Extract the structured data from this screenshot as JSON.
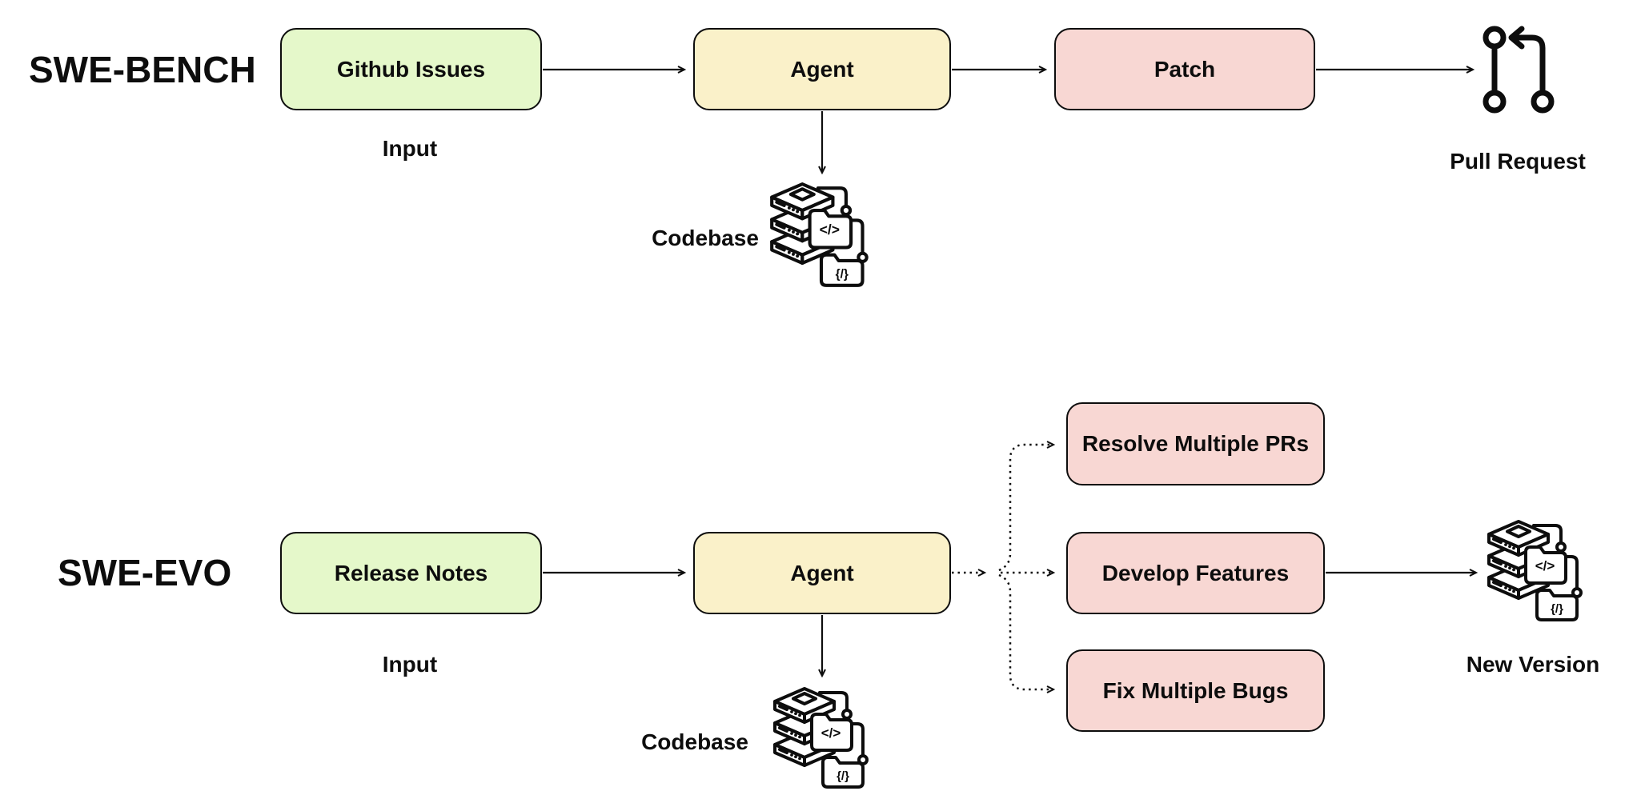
{
  "colors": {
    "background": "#ffffff",
    "input_fill": "#e5f8ca",
    "agent_fill": "#faf1c9",
    "output_fill": "#f8d7d3",
    "stroke": "#0d0d0d"
  },
  "glyphs": {
    "code_slash": "</>",
    "code_brace": "{/}"
  },
  "swe_bench": {
    "title": "SWE-BENCH",
    "input_label": "Github Issues",
    "input_caption": "Input",
    "agent_label": "Agent",
    "output_label": "Patch",
    "codebase_caption": "Codebase",
    "result_caption": "Pull Request"
  },
  "swe_evo": {
    "title": "SWE-EVO",
    "input_label": "Release Notes",
    "input_caption": "Input",
    "agent_label": "Agent",
    "outputs": [
      {
        "label": "Resolve Multiple PRs"
      },
      {
        "label": "Develop Features"
      },
      {
        "label": "Fix Multiple Bugs"
      }
    ],
    "codebase_caption": "Codebase",
    "result_caption": "New Version"
  }
}
